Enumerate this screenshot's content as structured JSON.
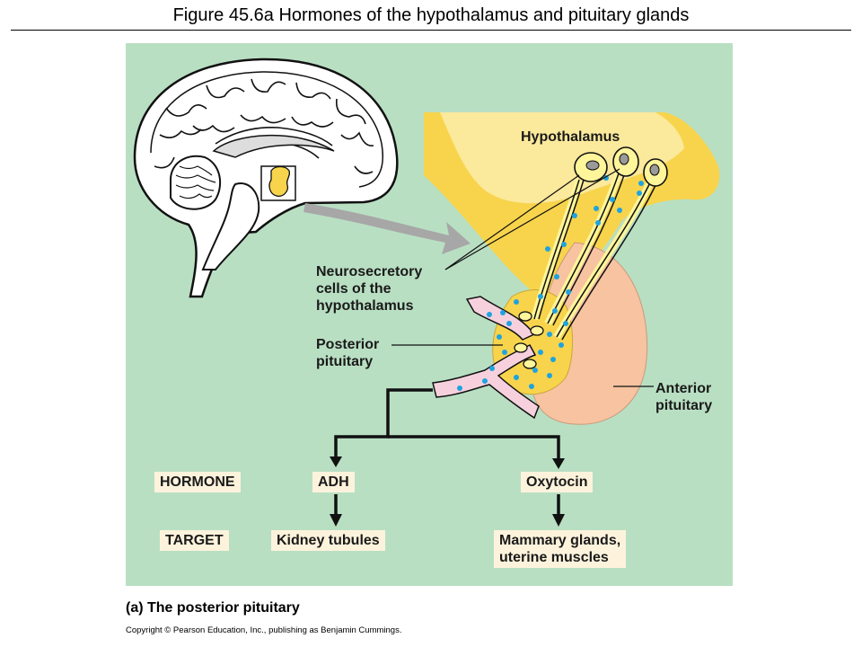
{
  "title": "Figure 45.6a  Hormones of the hypothalamus and pituitary glands",
  "labels": {
    "hypothalamus": "Hypothalamus",
    "neurosecretory": [
      "Neurosecretory",
      "cells of the",
      "hypothalamus"
    ],
    "posterior": [
      "Posterior",
      "pituitary"
    ],
    "anterior": [
      "Anterior",
      "pituitary"
    ]
  },
  "table": {
    "hormone_header": "HORMONE",
    "target_header": "TARGET",
    "hormones": [
      "ADH",
      "Oxytocin"
    ],
    "targets": [
      "Kidney tubules",
      [
        "Mammary glands,",
        "uterine muscles"
      ]
    ]
  },
  "caption": "(a) The posterior pituitary",
  "copyright": "Copyright © Pearson Education, Inc., publishing as Benjamin Cummings.",
  "colors": {
    "panel_bg": "#b9dfc3",
    "hypothalamus": "#f7d44c",
    "anterior_pituitary": "#f7c3a0",
    "vessel": "#f6d1dd",
    "hormone_dot": "#1fa3e0",
    "label_box": "#fdf3dc"
  }
}
